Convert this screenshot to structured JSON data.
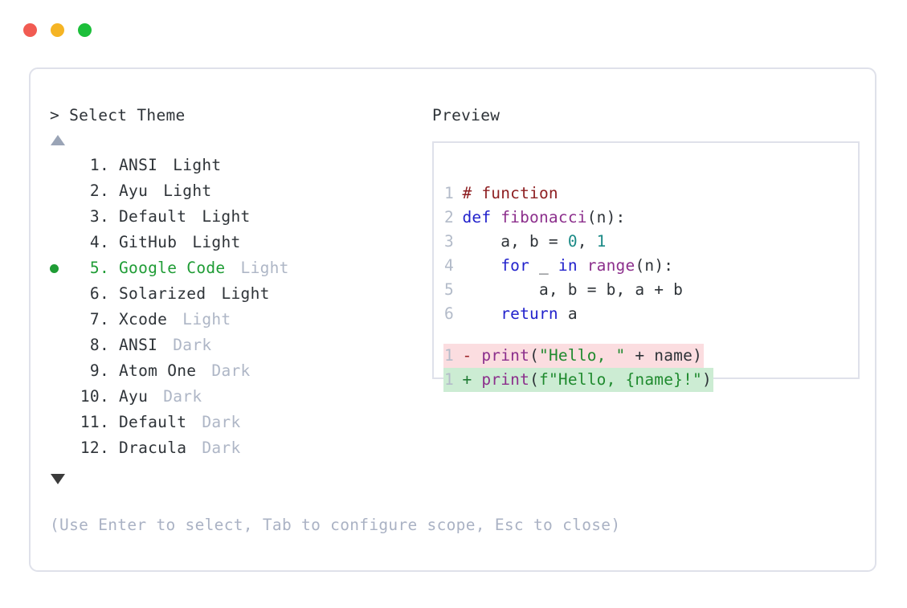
{
  "window": {
    "traffic_lights": [
      {
        "name": "close",
        "color": "#f15b52"
      },
      {
        "name": "minimize",
        "color": "#f5b424"
      },
      {
        "name": "zoom",
        "color": "#1cbf3a"
      }
    ]
  },
  "selector": {
    "prompt": ">",
    "title": "Select Theme",
    "scroll_up_icon": "triangle-up",
    "scroll_down_icon": "triangle-down",
    "selected_index": 5,
    "items": [
      {
        "num": "1.",
        "name": "ANSI",
        "variant": "Light",
        "variant_muted": false
      },
      {
        "num": "2.",
        "name": "Ayu",
        "variant": "Light",
        "variant_muted": false
      },
      {
        "num": "3.",
        "name": "Default",
        "variant": "Light",
        "variant_muted": false
      },
      {
        "num": "4.",
        "name": "GitHub",
        "variant": "Light",
        "variant_muted": false
      },
      {
        "num": "5.",
        "name": "Google Code",
        "variant": "Light",
        "variant_muted": true
      },
      {
        "num": "6.",
        "name": "Solarized",
        "variant": "Light",
        "variant_muted": false
      },
      {
        "num": "7.",
        "name": "Xcode",
        "variant": "Light",
        "variant_muted": true
      },
      {
        "num": "8.",
        "name": "ANSI",
        "variant": "Dark",
        "variant_muted": true
      },
      {
        "num": "9.",
        "name": "Atom One",
        "variant": "Dark",
        "variant_muted": true
      },
      {
        "num": "10.",
        "name": "Ayu",
        "variant": "Dark",
        "variant_muted": true
      },
      {
        "num": "11.",
        "name": "Default",
        "variant": "Dark",
        "variant_muted": true
      },
      {
        "num": "12.",
        "name": "Dracula",
        "variant": "Dark",
        "variant_muted": true
      }
    ],
    "hint": "(Use Enter to select, Tab to configure scope, Esc to close)"
  },
  "preview": {
    "title": "Preview",
    "code_lines": [
      {
        "n": "1",
        "tokens": [
          {
            "t": "# function",
            "c": "comment"
          }
        ]
      },
      {
        "n": "2",
        "tokens": [
          {
            "t": "def ",
            "c": "keyword"
          },
          {
            "t": "fibonacci",
            "c": "func"
          },
          {
            "t": "(n):",
            "c": "plain"
          }
        ]
      },
      {
        "n": "3",
        "tokens": [
          {
            "t": "    a, b = ",
            "c": "plain"
          },
          {
            "t": "0",
            "c": "number"
          },
          {
            "t": ", ",
            "c": "plain"
          },
          {
            "t": "1",
            "c": "number"
          }
        ]
      },
      {
        "n": "4",
        "tokens": [
          {
            "t": "    ",
            "c": "plain"
          },
          {
            "t": "for",
            "c": "keyword"
          },
          {
            "t": " _ ",
            "c": "plain"
          },
          {
            "t": "in",
            "c": "keyword"
          },
          {
            "t": " ",
            "c": "plain"
          },
          {
            "t": "range",
            "c": "func"
          },
          {
            "t": "(n):",
            "c": "plain"
          }
        ]
      },
      {
        "n": "5",
        "tokens": [
          {
            "t": "        a, b = b, a + b",
            "c": "plain"
          }
        ]
      },
      {
        "n": "6",
        "tokens": [
          {
            "t": "    ",
            "c": "plain"
          },
          {
            "t": "return",
            "c": "keyword"
          },
          {
            "t": " a",
            "c": "plain"
          }
        ]
      }
    ],
    "diff_lines": [
      {
        "n": "1",
        "mark": "-",
        "kind": "del",
        "tokens": [
          {
            "t": "print",
            "c": "func"
          },
          {
            "t": "(",
            "c": "plain"
          },
          {
            "t": "\"Hello, \"",
            "c": "string"
          },
          {
            "t": " + name)",
            "c": "plain"
          }
        ]
      },
      {
        "n": "1",
        "mark": "+",
        "kind": "add",
        "tokens": [
          {
            "t": "print",
            "c": "func"
          },
          {
            "t": "(",
            "c": "plain"
          },
          {
            "t": "f\"Hello, {name}!\"",
            "c": "string"
          },
          {
            "t": ")",
            "c": "plain"
          }
        ]
      }
    ]
  },
  "colors": {
    "accent_green": "#1f9c35",
    "muted": "#aeb6c6",
    "border": "#dfe1ea",
    "diff_del_bg": "#fbdde0",
    "diff_add_bg": "#ccecd3"
  }
}
